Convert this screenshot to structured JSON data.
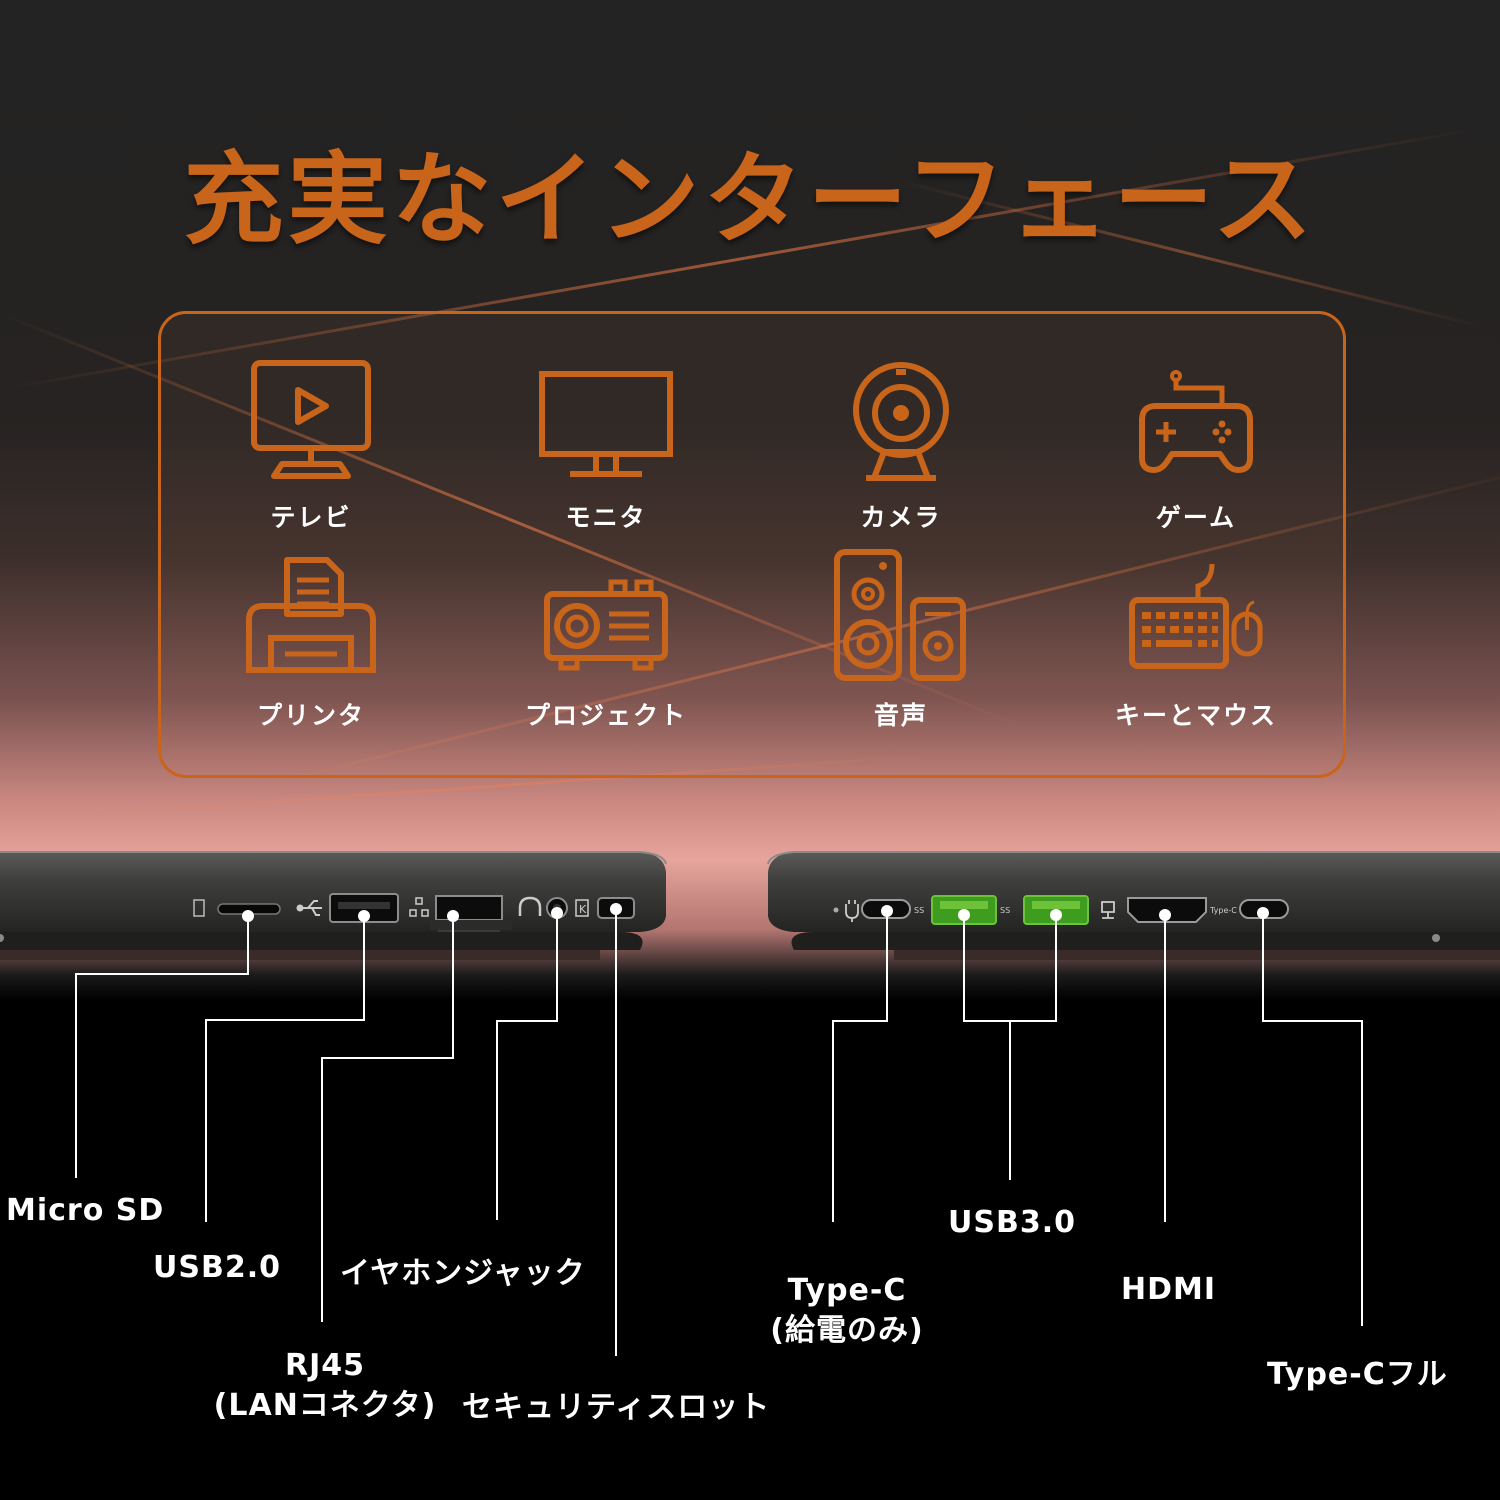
{
  "title": "充実なインターフェース",
  "colors": {
    "accent": "#c8651a",
    "port_highlight": "#6ec23a"
  },
  "use_cases": [
    {
      "label": "テレビ",
      "icon": "tv-icon"
    },
    {
      "label": "モニタ",
      "icon": "monitor-icon"
    },
    {
      "label": "カメラ",
      "icon": "webcam-icon"
    },
    {
      "label": "ゲーム",
      "icon": "gamepad-icon"
    },
    {
      "label": "プリンタ",
      "icon": "printer-icon"
    },
    {
      "label": "プロジェクト",
      "icon": "projector-icon"
    },
    {
      "label": "音声",
      "icon": "speaker-icon"
    },
    {
      "label": "キーとマウス",
      "icon": "keyboard-mouse-icon"
    }
  ],
  "ports_left": {
    "microsd": "Micro SD",
    "usb2": "USB2.0",
    "rj45": [
      "RJ45",
      "(LANコネクタ)"
    ],
    "earphone": "イヤホンジャック",
    "security": "セキュリティスロット"
  },
  "ports_right": {
    "typec_power": [
      "Type-C",
      "(給電のみ)"
    ],
    "usb3": "USB3.0",
    "hdmi": "HDMI",
    "typec_full": "Type-Cフル"
  },
  "port_markings": {
    "ss": "SS",
    "typec": "Type-C"
  }
}
